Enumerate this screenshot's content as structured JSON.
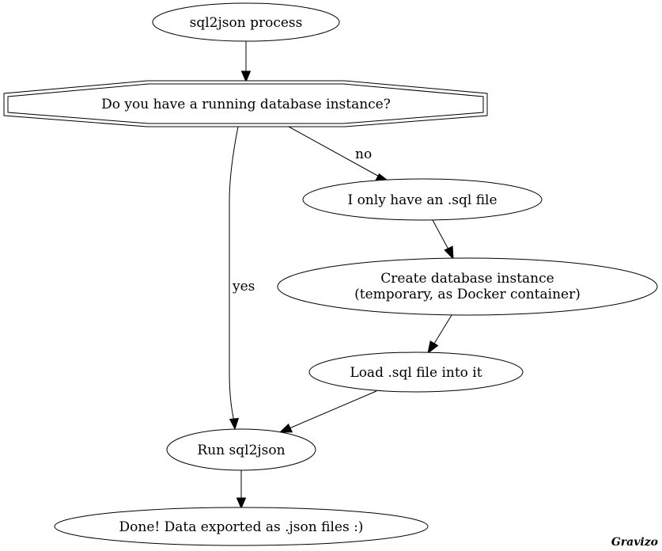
{
  "diagram": {
    "nodes": {
      "start": {
        "label": "sql2json process"
      },
      "question": {
        "label": "Do you have a running database instance?"
      },
      "sql_file": {
        "label": "I only have an .sql file"
      },
      "create_db": {
        "line1": "Create database instance",
        "line2": "(temporary, as Docker container)"
      },
      "load_sql": {
        "label": "Load .sql file into it"
      },
      "run": {
        "label": "Run sql2json"
      },
      "done": {
        "label": "Done! Data exported as .json files :)"
      }
    },
    "edges": {
      "no": "no",
      "yes": "yes"
    }
  },
  "brand": {
    "label": "Gravizo"
  }
}
